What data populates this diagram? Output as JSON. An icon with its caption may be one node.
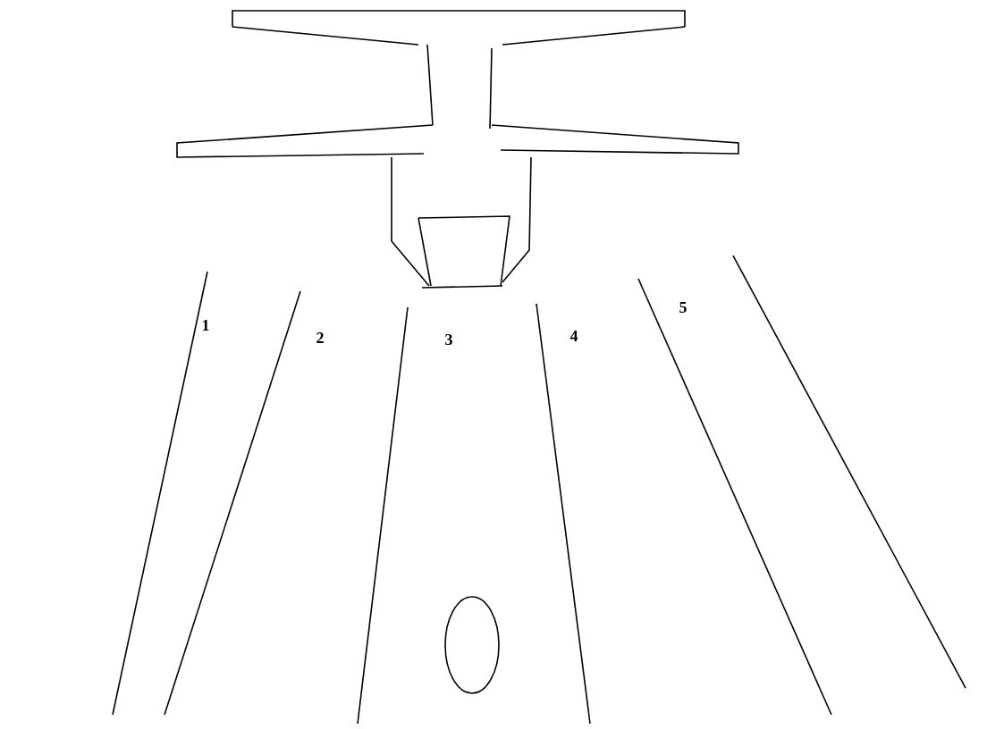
{
  "diagram": {
    "labels": [
      "1",
      "2",
      "3",
      "4",
      "5"
    ]
  }
}
